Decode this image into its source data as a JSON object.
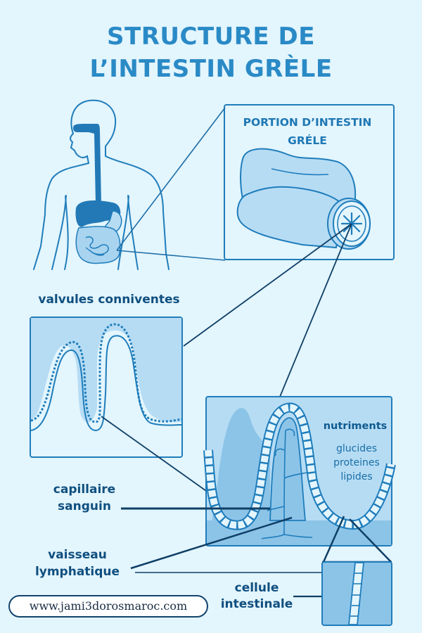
{
  "title": {
    "line1": "STRUCTURE DE",
    "line2": "L’INTESTIN GRÈLE"
  },
  "portion_panel": {
    "title_line1": "PORTION D’INTESTIN",
    "title_line2": "GRÉLE"
  },
  "valvules_panel": {
    "label": "valvules conniventes"
  },
  "villus_panel": {
    "nutrients_heading": "nutriments",
    "nutrients": [
      "glucides",
      "proteines",
      "lipides"
    ]
  },
  "labels": {
    "capillaire_line1": "capillaire",
    "capillaire_line2": "sanguin",
    "vaisseau_line1": "vaisseau",
    "vaisseau_line2": "lymphatique",
    "cellule_line1": "cellule",
    "cellule_line2": "intestinale"
  },
  "footer": {
    "url": "www.jami3dorosmaroc.com"
  },
  "colors": {
    "background": "#e3f5fd",
    "title": "#2a8ac6",
    "outline": "#1f7dbb",
    "fill_light": "#b6dcf4",
    "fill_mid": "#8cc4e8",
    "fill_dark": "#2279b6",
    "label_text": "#0f4f7f",
    "leader_line": "#0f3f66"
  }
}
